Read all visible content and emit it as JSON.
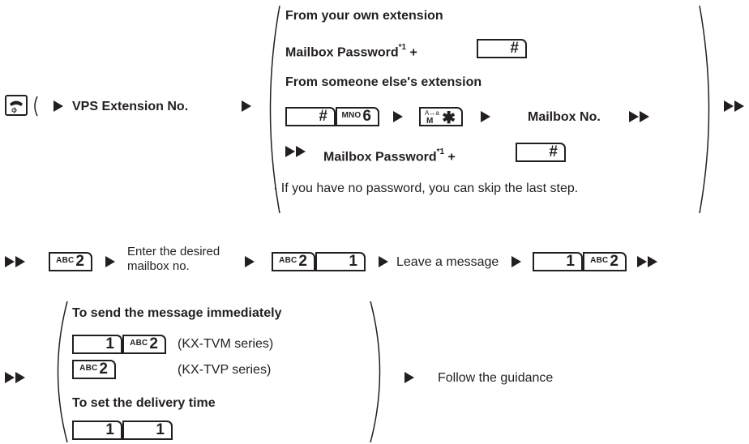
{
  "row1": {
    "vps_extension": "VPS Extension No.",
    "own_heading": "From your own extension",
    "mailbox_password": "Mailbox Password",
    "footnote_ref": "*1",
    "plus": "+",
    "others_heading": "From someone else's extension",
    "mailbox_no": "Mailbox No.",
    "skip_note": "· If you have no password, you can skip the last step."
  },
  "row2": {
    "enter_line1": "Enter the desired",
    "enter_line2": "mailbox no.",
    "leave_message": "Leave a message"
  },
  "row3": {
    "send_heading": "To send the message immediately",
    "tvm_series": "(KX-TVM series)",
    "tvp_series": "(KX-TVP series)",
    "delivery_heading": "To set the delivery time",
    "follow": "Follow the guidance"
  },
  "keys": {
    "hash": "#",
    "six_letters": "MNO",
    "six": "6",
    "two_letters": "ABC",
    "two": "2",
    "one": "1",
    "star_top": "A↔a",
    "star_bottom": "M",
    "star": "✱"
  },
  "icons": {
    "offhook": "phone-offhook-icon",
    "arrow": "triangle-arrow-icon"
  }
}
